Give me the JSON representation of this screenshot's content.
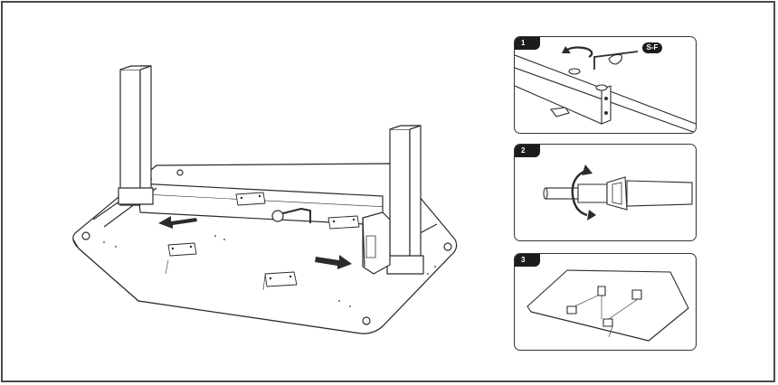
{
  "steps": [
    {
      "number": "1",
      "tool": "S-F"
    },
    {
      "number": "2"
    },
    {
      "number": "3"
    }
  ],
  "colors": {
    "line": "#2b2b2b",
    "badge": "#1c1c1c",
    "frame": "#4a4a4a"
  },
  "icons": [
    "left-arrow-icon",
    "right-arrow-icon",
    "rotate-arrow-icon",
    "hex-key-icon"
  ]
}
